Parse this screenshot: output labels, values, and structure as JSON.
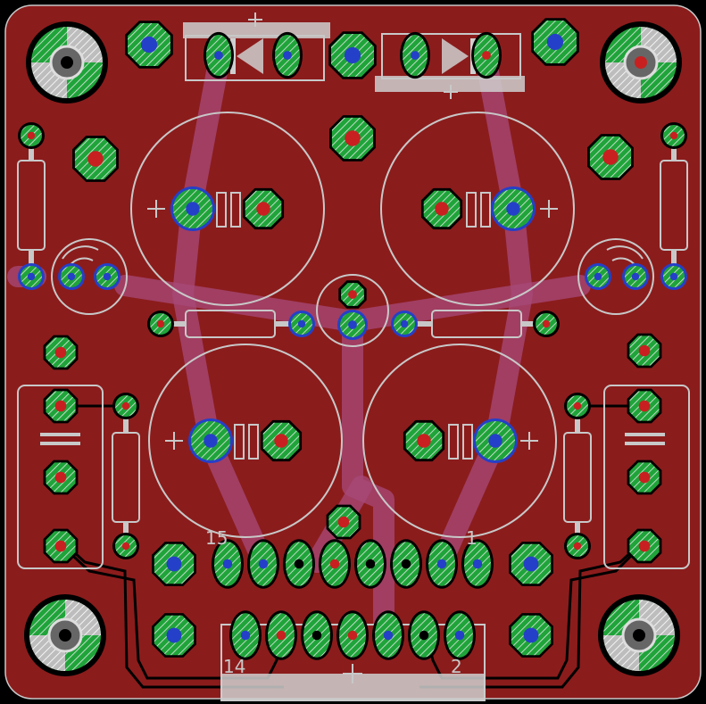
{
  "board": {
    "copper_color": "#8b1c1c",
    "silk_color": "#c8c8c8",
    "pad_green": "#1fa43a",
    "pad_blue": "#2540c8",
    "pad_red": "#c82020",
    "trace_color": "#a84a7a",
    "hatch_color": "#e8e8e8"
  },
  "connector_labels": {
    "pin_15": "15",
    "pin_1": "1",
    "pin_14": "14",
    "pin_2": "2"
  },
  "polarity": {
    "plus": "+"
  }
}
